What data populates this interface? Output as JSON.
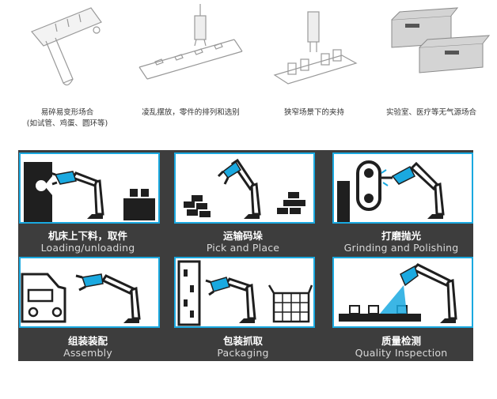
{
  "top_row": [
    {
      "icon": "test-tube-gripper-icon",
      "caption": "易碎易变形场合\n(如试管、鸡蛋、圆环等)"
    },
    {
      "icon": "conveyor-sorting-icon",
      "caption": "凌乱摆放，零件的排列和选别"
    },
    {
      "icon": "narrow-gripper-icon",
      "caption": "狭窄场景下的夹持"
    },
    {
      "icon": "laboratory-building-icon",
      "caption": "实验室、医疗等无气源场合"
    }
  ],
  "applications": [
    {
      "icon": "loading-robot-icon",
      "title_zh": "机床上下料，取件",
      "title_en": "Loading/unloading"
    },
    {
      "icon": "pick-place-robot-icon",
      "title_zh": "运输码垛",
      "title_en": "Pick and Place"
    },
    {
      "icon": "grinding-robot-icon",
      "title_zh": "打磨抛光",
      "title_en": "Grinding and Polishing"
    },
    {
      "icon": "assembly-robot-icon",
      "title_zh": "组装装配",
      "title_en": "Assembly"
    },
    {
      "icon": "packaging-robot-icon",
      "title_zh": "包装抓取",
      "title_en": "Packaging"
    },
    {
      "icon": "inspection-robot-icon",
      "title_zh": "质量检测",
      "title_en": "Quality Inspection"
    }
  ],
  "colors": {
    "accent": "#1aa9e0",
    "panel": "#3d3d3d",
    "robot": "#1f1f1f"
  }
}
